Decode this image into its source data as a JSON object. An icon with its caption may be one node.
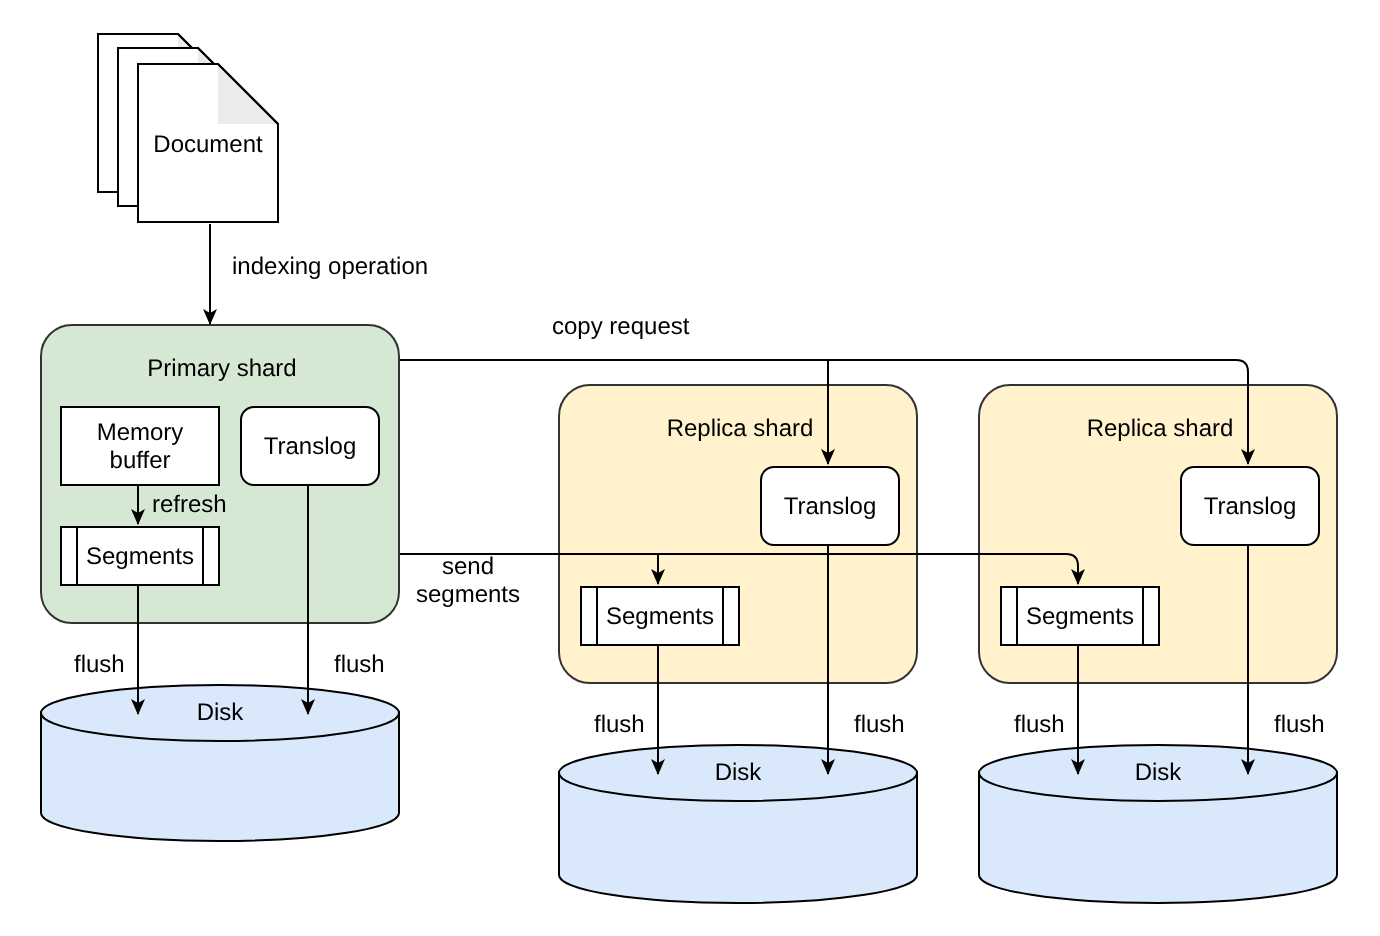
{
  "diagram": {
    "nodes": [
      {
        "text": [
          "Document"
        ]
      },
      {
        "text": [
          "Primary shard"
        ]
      },
      {
        "text": [
          "Memory buffer"
        ],
        "in": 1
      },
      {
        "text": [
          "Translog"
        ],
        "in": 1
      },
      {
        "text": [
          "Segments"
        ],
        "in": 1
      },
      {
        "text": [
          "Disk"
        ]
      },
      {
        "text": [
          "Replica shard"
        ]
      },
      {
        "text": [
          "Translog"
        ],
        "in": 6
      },
      {
        "text": [
          "Segments"
        ],
        "in": 6
      },
      {
        "text": [
          "Disk"
        ]
      },
      {
        "text": [
          "Replica shard"
        ]
      },
      {
        "text": [
          "Translog"
        ],
        "in": 10
      },
      {
        "text": [
          "Segments"
        ],
        "in": 10
      },
      {
        "text": [
          "Disk"
        ]
      }
    ],
    "edges": [
      {
        "from": 0,
        "to": 1,
        "arrow": "to",
        "label": "indexing operation"
      },
      {
        "from": 2,
        "to": 4,
        "arrow": "to",
        "label": "refresh"
      },
      {
        "from": 4,
        "to": 5,
        "arrow": "to",
        "label": "flush"
      },
      {
        "from": 3,
        "to": 5,
        "arrow": "to",
        "label": "flush"
      },
      {
        "from": 1,
        "to": 7,
        "arrow": "to",
        "label": "copy request"
      },
      {
        "from": 1,
        "to": 11,
        "arrow": "to"
      },
      {
        "from": 1,
        "to": 8,
        "arrow": "to",
        "label": "send segments"
      },
      {
        "from": 1,
        "to": 12,
        "arrow": "to"
      },
      {
        "from": 8,
        "to": 9,
        "arrow": "to",
        "label": "flush"
      },
      {
        "from": 7,
        "to": 9,
        "arrow": "to",
        "label": "flush"
      },
      {
        "from": 12,
        "to": 13,
        "arrow": "to",
        "label": "flush"
      },
      {
        "from": 11,
        "to": 13,
        "arrow": "to",
        "label": "flush"
      }
    ]
  }
}
